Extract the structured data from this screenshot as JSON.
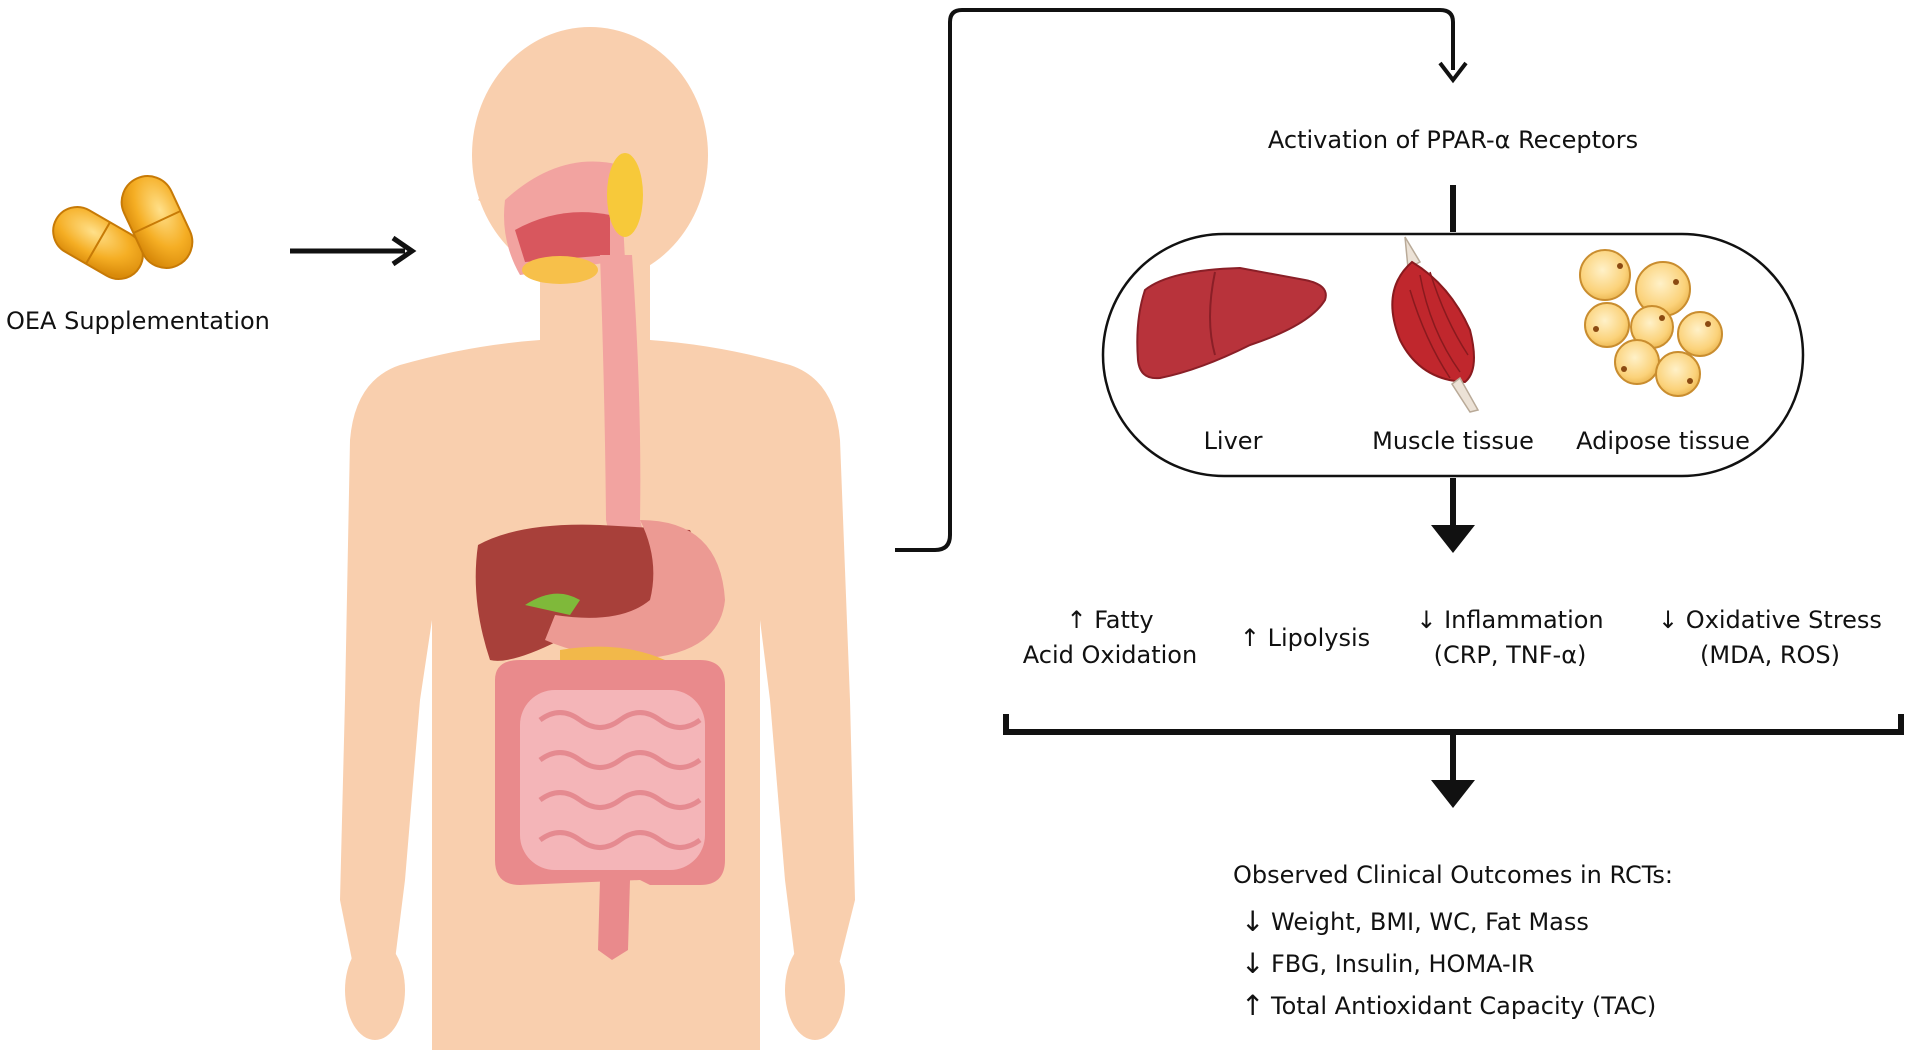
{
  "supplement_label": "OEA Supplementation",
  "receptor_label": "Activation of PPAR-α Receptors",
  "tissues": [
    "Liver",
    "Muscle tissue",
    "Adipose tissue"
  ],
  "effects": [
    {
      "arrow": "↑",
      "line1": "Fatty",
      "line2": "Acid Oxidation"
    },
    {
      "arrow": "↑",
      "line1": "Lipolysis",
      "line2": ""
    },
    {
      "arrow": "↓",
      "line1": "Inflammation",
      "line2": "(CRP, TNF-α)"
    },
    {
      "arrow": "↓",
      "line1": "Oxidative Stress",
      "line2": "(MDA, ROS)"
    }
  ],
  "outcomes": {
    "title": "Observed Clinical Outcomes in RCTs:",
    "items": [
      {
        "arrow": "↓",
        "text": "Weight, BMI, WC, Fat Mass"
      },
      {
        "arrow": "↓",
        "text": "FBG, Insulin, HOMA-IR"
      },
      {
        "arrow": "↑",
        "text": "Total Antioxidant Capacity (TAC)"
      }
    ]
  },
  "colors": {
    "skin": "#f9cfae",
    "capsule": "#f2a51c",
    "liver": "#b8333b",
    "muscle": "#c0272d",
    "fat_cell": "#fbd27a",
    "intestine": "#f0a4a8",
    "stroke": "#111111"
  }
}
